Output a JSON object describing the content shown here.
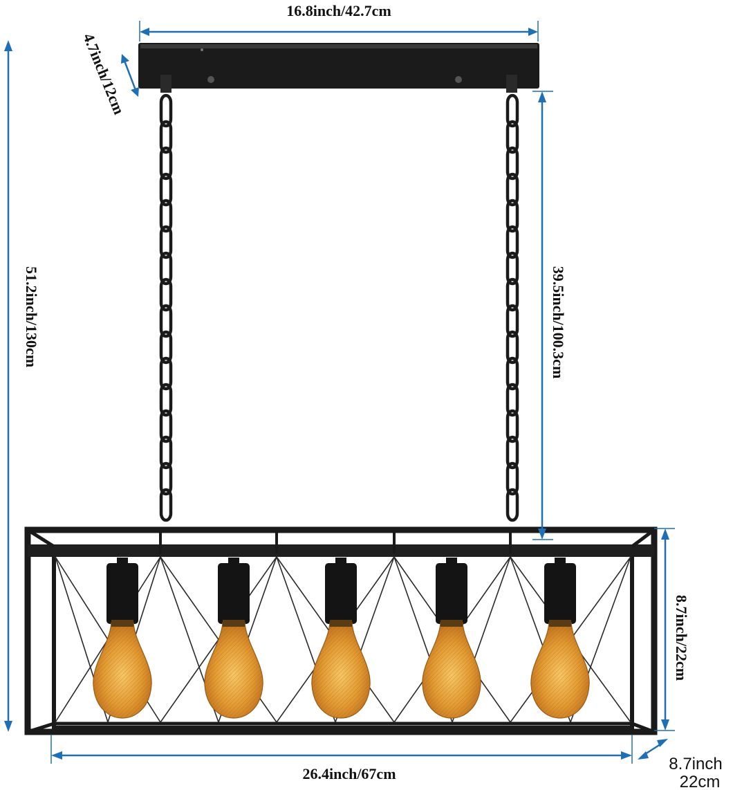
{
  "product": {
    "description": "5-light black metal cage linear chandelier with Edison bulbs",
    "colors": {
      "dimension_line": "#1f6fb5",
      "frame": "#1a1a1a",
      "bulb_glow": "#e9a23b"
    }
  },
  "dimensions": {
    "canopy_length": "16.8inch/42.7cm",
    "canopy_height": "4.7inch/12cm",
    "total_height": "51.2inch/130cm",
    "chain_length": "39.5inch/100.3cm",
    "fixture_height": "8.7inch/22cm",
    "fixture_length": "26.4inch/67cm",
    "fixture_depth_in": "8.7inch",
    "fixture_depth_cm": "22cm"
  }
}
